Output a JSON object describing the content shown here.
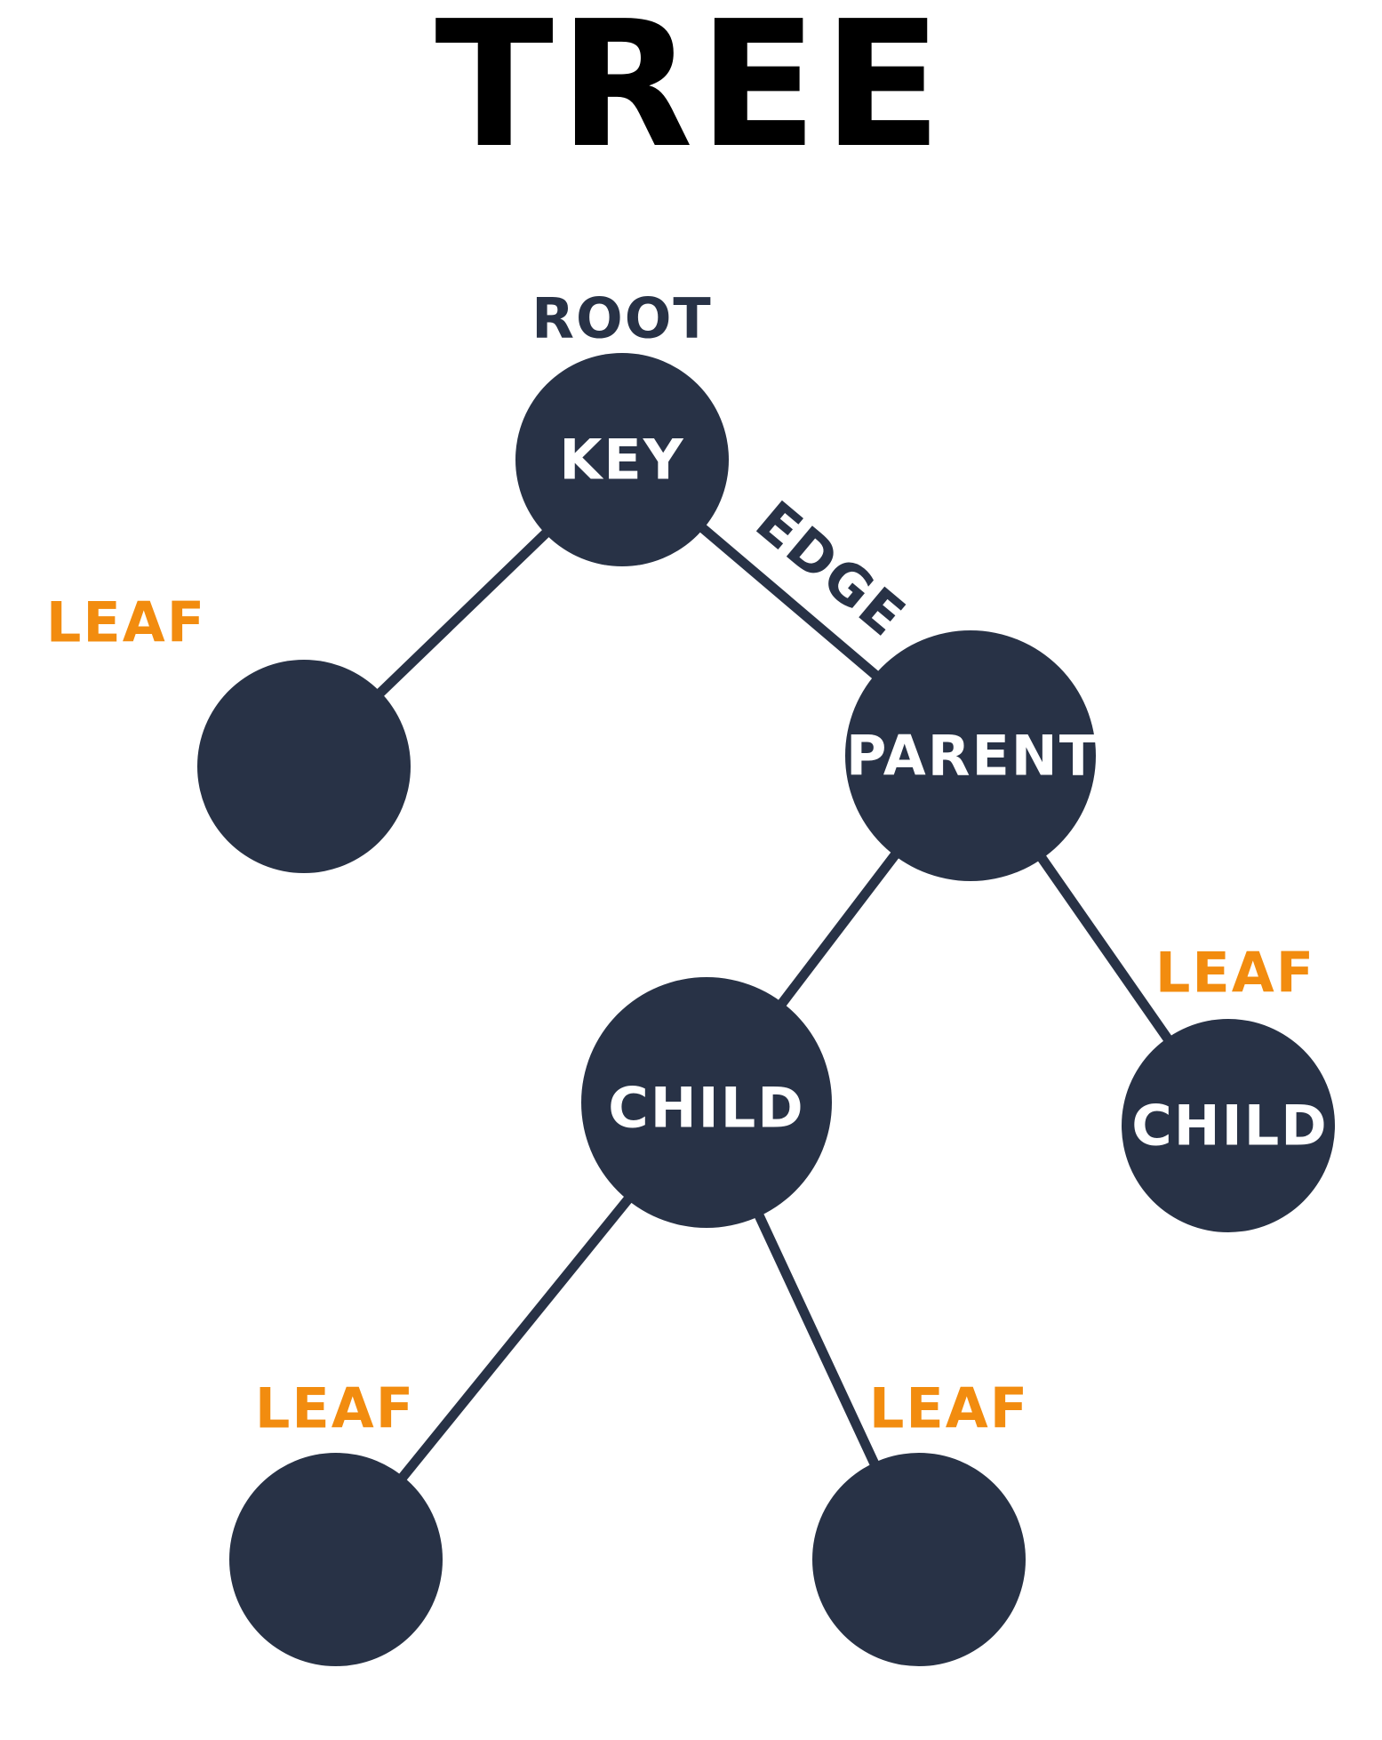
{
  "title": "TREE",
  "colors": {
    "node_fill": "#283246",
    "node_text": "#ffffff",
    "label_dark": "#283246",
    "label_leaf": "#f28c0f",
    "title": "#000000",
    "background": "#ffffff"
  },
  "nodes": {
    "root": "KEY",
    "left_leaf": "",
    "parent": "PARENT",
    "child_left": "CHILD",
    "child_right": "CHILD",
    "bottom_left_leaf": "",
    "bottom_right_leaf": ""
  },
  "labels": {
    "root": "ROOT",
    "edge": "EDGE",
    "leaf_upper_left": "LEAF",
    "leaf_right": "LEAF",
    "leaf_bottom_left": "LEAF",
    "leaf_bottom_right": "LEAF"
  }
}
